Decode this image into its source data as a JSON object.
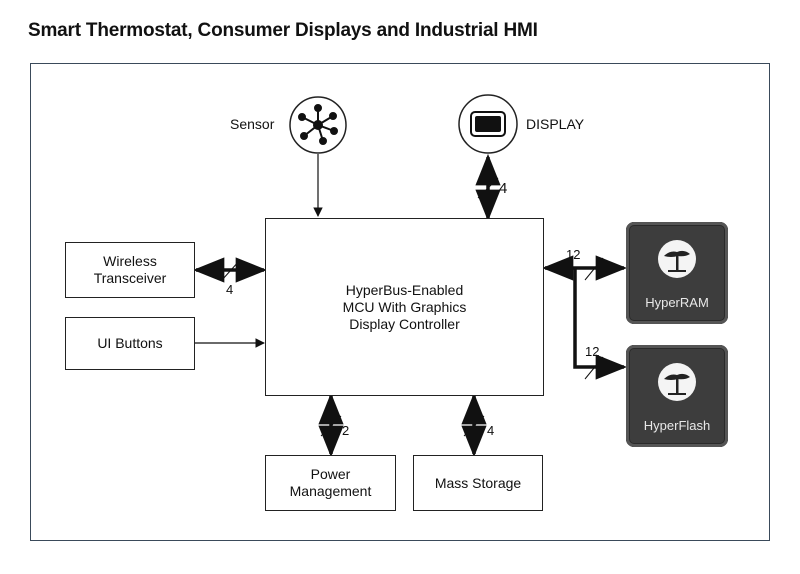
{
  "title": "Smart Thermostat, Consumer Displays and Industrial HMI",
  "nodes": {
    "sensor_label": "Sensor",
    "display_label": "DISPLAY",
    "mcu_line1": "HyperBus-Enabled",
    "mcu_line2": "MCU With Graphics",
    "mcu_line3": "Display Controller",
    "wireless_line1": "Wireless",
    "wireless_line2": "Transceiver",
    "ui_buttons": "UI Buttons",
    "power_line1": "Power",
    "power_line2": "Management",
    "mass_storage": "Mass Storage",
    "hyperram": "HyperRAM",
    "hyperflash": "HyperFlash"
  },
  "bus_widths": {
    "display": "4",
    "wireless": "4",
    "power": "2",
    "mass_storage": "4",
    "hyperram": "12",
    "hyperflash": "12"
  },
  "colors": {
    "chip_fill": "#3d3d3d",
    "line": "#111111",
    "frame": "#3a4a5a"
  },
  "icons": {
    "sensor": "network-hub-icon",
    "display": "monitor-icon",
    "memory_logo": "tree-logo-icon"
  }
}
